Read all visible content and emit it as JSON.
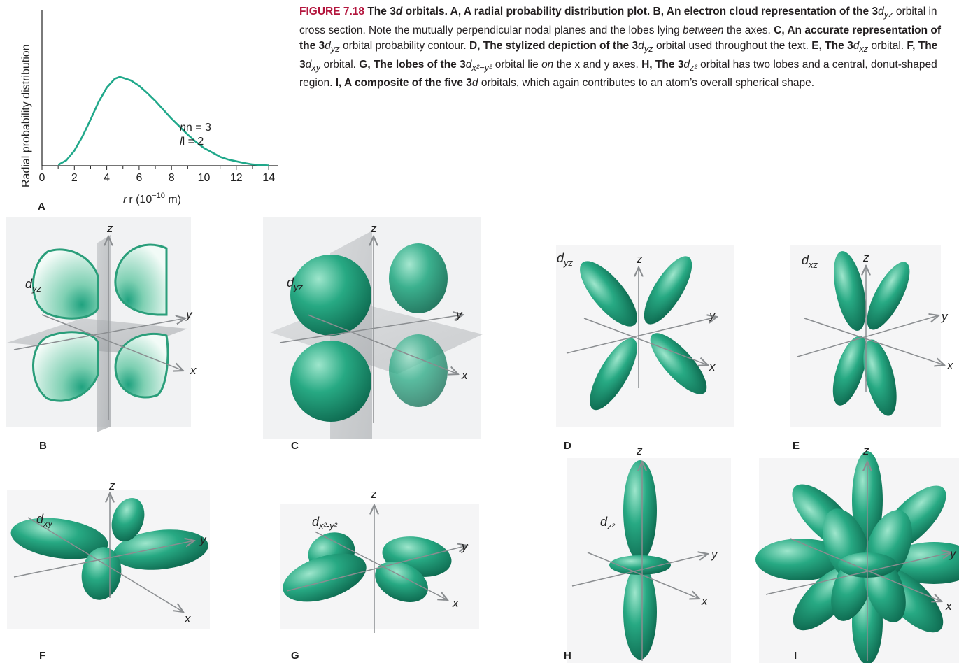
{
  "caption": {
    "figure_label": "FIGURE 7.18",
    "title_prefix": " The 3",
    "title_d": "d",
    "title_suffix": " orbitals.",
    "text_1": " A, A radial probability distribution plot. ",
    "text_2": "B, An electron cloud representation of the 3",
    "text_3": " orbital in cross section. Note the mutually perpendicular nodal planes and the lobes lying ",
    "text_between": "between",
    "text_4": " the axes. ",
    "text_5": "C, An accurate representation of the 3",
    "text_6": " orbital probability contour. ",
    "text_7": "D, The stylized depiction of the 3",
    "text_8": " orbital used throughout the text. ",
    "text_9": "E, The 3",
    "text_10": " orbital. ",
    "text_11": "F, The 3",
    "text_12": " orbital. ",
    "text_13": "G, The lobes of the 3",
    "text_14": " orbital lie ",
    "text_on": "on",
    "text_15": " the x and y axes. ",
    "text_16": "H, The 3",
    "text_17": " orbital has two lobes and a central, donut-shaped region. ",
    "text_18": "I, A composite of the five 3",
    "text_19": " orbitals, which again contributes to an atom’s overall spherical shape.",
    "sub_yz": "yz",
    "sub_xz": "xz",
    "sub_xy": "xy",
    "sub_x2y2": "x²−y²",
    "sub_z2": "z²"
  },
  "chart_data": {
    "type": "line",
    "ylabel": "Radial probability distribution",
    "xlabel_prefix": "r (10",
    "xlabel_exp": "−10",
    "xlabel_suffix": " m)",
    "x_ticks": [
      "0",
      "2",
      "4",
      "6",
      "8",
      "10",
      "12",
      "14"
    ],
    "xlim": [
      0,
      14.5
    ],
    "ylim": [
      0,
      1
    ],
    "annotation_n": "n = 3",
    "annotation_l": "l = 2",
    "panel_label": "A",
    "x": [
      1.0,
      1.5,
      2.0,
      2.5,
      3.0,
      3.5,
      4.0,
      4.5,
      4.8,
      5.0,
      5.5,
      6.0,
      6.5,
      7.0,
      7.5,
      8.0,
      8.5,
      9.0,
      9.5,
      10.0,
      10.5,
      11.0,
      11.5,
      12.0,
      12.5,
      13.0,
      13.5,
      14.0
    ],
    "y": [
      0.01,
      0.06,
      0.17,
      0.33,
      0.52,
      0.72,
      0.88,
      0.98,
      1.0,
      0.99,
      0.96,
      0.9,
      0.82,
      0.73,
      0.63,
      0.53,
      0.44,
      0.35,
      0.27,
      0.2,
      0.15,
      0.1,
      0.07,
      0.05,
      0.03,
      0.015,
      0.008,
      0.004
    ]
  },
  "panels": [
    {
      "letter": "B",
      "orbital_main": "d",
      "orbital_sub": "yz"
    },
    {
      "letter": "C",
      "orbital_main": "d",
      "orbital_sub": "yz"
    },
    {
      "letter": "D",
      "orbital_main": "d",
      "orbital_sub": "yz"
    },
    {
      "letter": "E",
      "orbital_main": "d",
      "orbital_sub": "xz"
    },
    {
      "letter": "F",
      "orbital_main": "d",
      "orbital_sub": "xy"
    },
    {
      "letter": "G",
      "orbital_main": "d",
      "orbital_sub": "x²-y²"
    },
    {
      "letter": "H",
      "orbital_main": "d",
      "orbital_sub": "z²"
    },
    {
      "letter": "I",
      "orbital_main": "",
      "orbital_sub": ""
    }
  ],
  "axis_labels": {
    "x": "x",
    "y": "y",
    "z": "z"
  },
  "colors": {
    "orbital": "#1fa27f",
    "orbital_light": "#8fd9c0",
    "orbital_dark": "#0f6e54",
    "curve": "#20a88a",
    "accent": "#b3153d",
    "plane": "#c9cbcd",
    "axis": "#8a8d90"
  }
}
